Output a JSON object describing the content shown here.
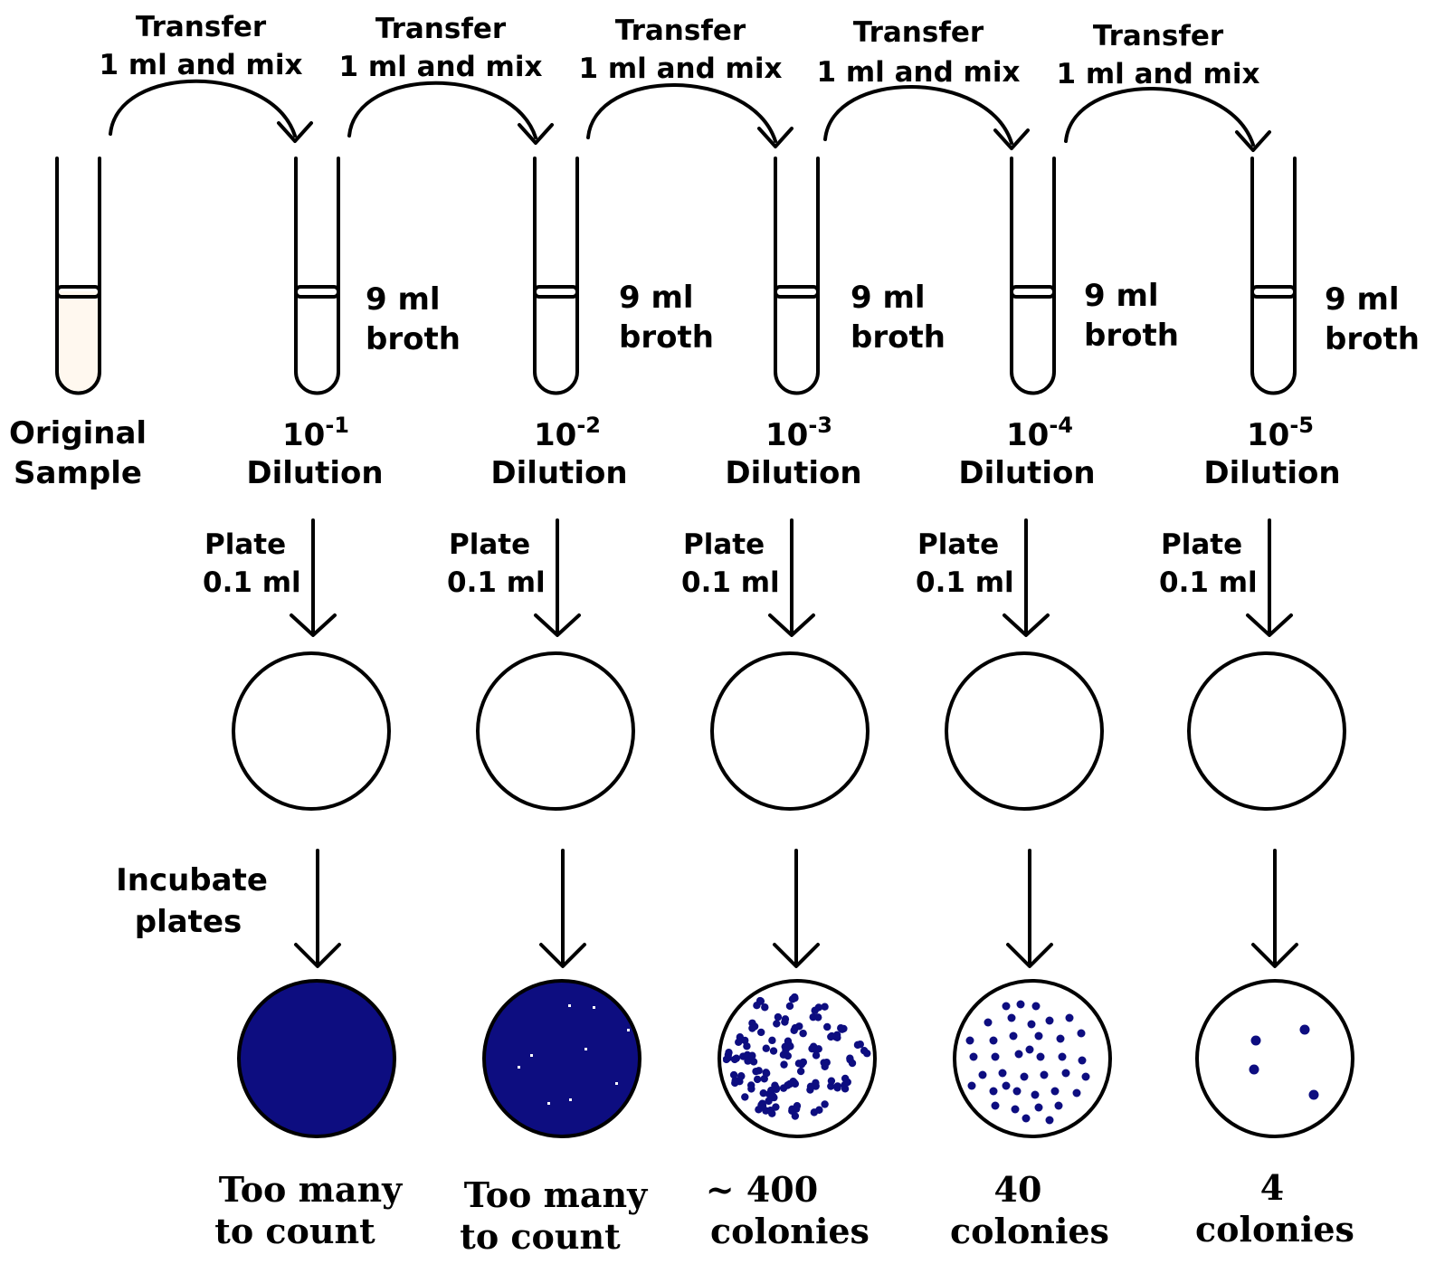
{
  "colors": {
    "line": "#000000",
    "sample_fill": "#fff8ef",
    "colony": "#0d0d80",
    "background": "#ffffff"
  },
  "transfer": {
    "line1": "Transfer",
    "line2": "1 ml and mix"
  },
  "broth": {
    "line1": "9 ml",
    "line2": "broth"
  },
  "original": {
    "line1": "Original",
    "line2": "Sample"
  },
  "dilution_word": "Dilution",
  "dilution_base": "10",
  "dilutions": [
    {
      "exponent": "-1"
    },
    {
      "exponent": "-2"
    },
    {
      "exponent": "-3"
    },
    {
      "exponent": "-4"
    },
    {
      "exponent": "-5"
    }
  ],
  "plate": {
    "line1": "Plate",
    "line2": "0.1 ml"
  },
  "incubate": {
    "line1": "Incubate",
    "line2": "plates"
  },
  "results": [
    {
      "line1": "Too many",
      "line2": "to count",
      "state": "confluent"
    },
    {
      "line1": "Too many",
      "line2": "to count",
      "state": "confluent"
    },
    {
      "line1": "~ 400",
      "line2": "colonies",
      "state": "dense",
      "count": 400
    },
    {
      "line1": "40",
      "line2": "colonies",
      "state": "sparse",
      "count": 40
    },
    {
      "line1": "4",
      "line2": "colonies",
      "state": "few",
      "count": 4
    }
  ]
}
